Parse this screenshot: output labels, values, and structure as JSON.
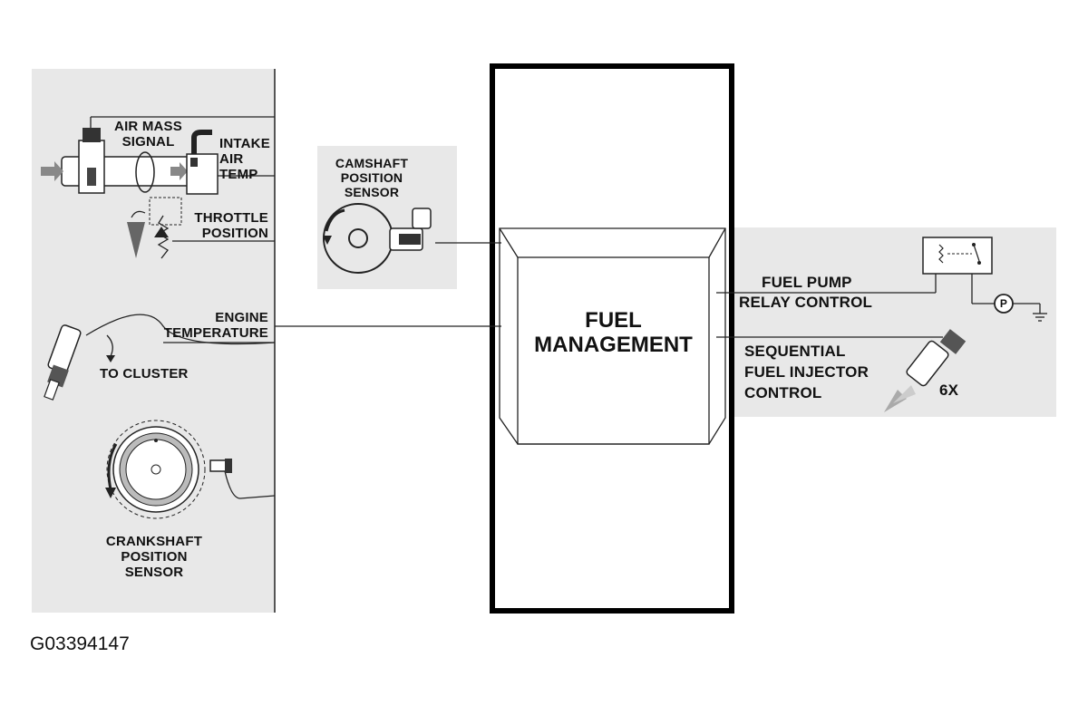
{
  "sensors": {
    "air_mass_signal": [
      "AIR MASS",
      "SIGNAL"
    ],
    "intake_air_temp": [
      "INTAKE",
      "AIR",
      "TEMP"
    ],
    "throttle_position": [
      "THROTTLE",
      "POSITION"
    ],
    "engine_temperature": [
      "ENGINE",
      "TEMPERATURE"
    ],
    "to_cluster": "TO CLUSTER",
    "crankshaft_position_sensor": [
      "CRANKSHAFT",
      "POSITION",
      "SENSOR"
    ],
    "camshaft_position_sensor": [
      "CAMSHAFT",
      "POSITION",
      "SENSOR"
    ]
  },
  "controller": {
    "title": [
      "FUEL",
      "MANAGEMENT"
    ]
  },
  "outputs": {
    "fuel_pump_relay_control": [
      "FUEL PUMP",
      "RELAY CONTROL"
    ],
    "sequential_fuel_injector_control": [
      "SEQUENTIAL",
      "FUEL INJECTOR",
      "CONTROL"
    ],
    "injector_count": "6X",
    "pump_symbol": "P"
  },
  "figure_id": "G03394147",
  "colors": {
    "panel": "#e8e8e8",
    "line": "#222222",
    "box_border": "#000000"
  }
}
